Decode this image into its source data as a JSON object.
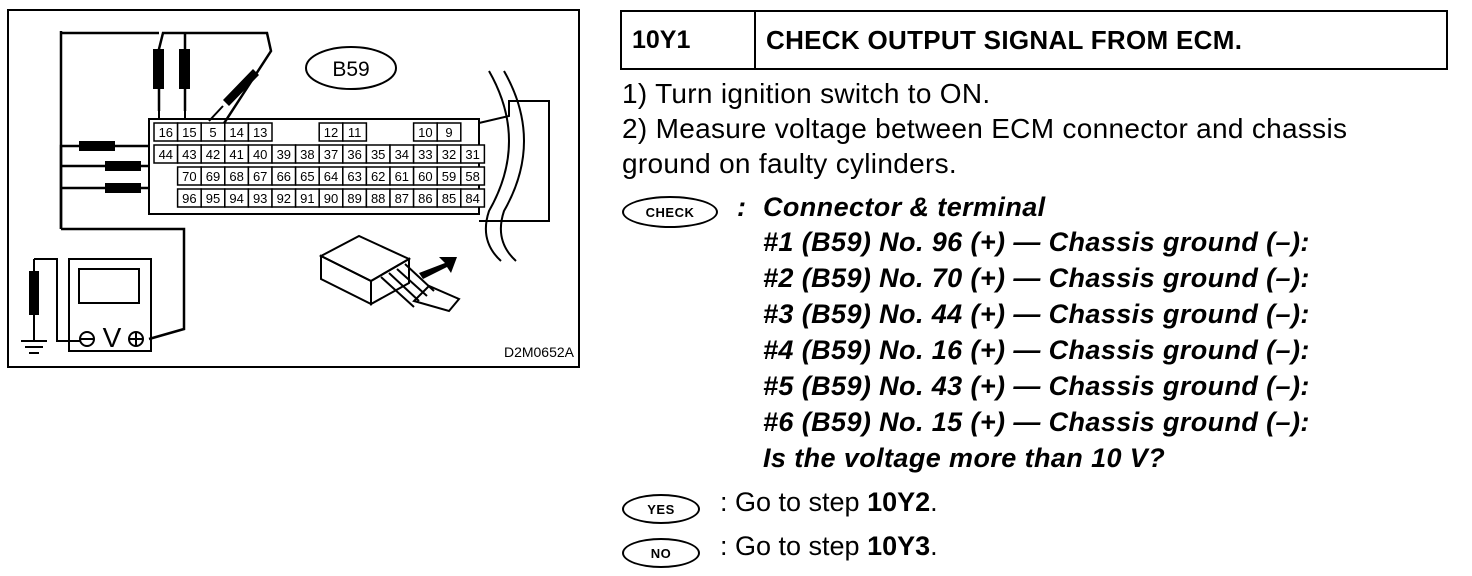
{
  "diagram": {
    "connector_label": "B59",
    "figure_code": "D2M0652A",
    "meter_symbol": "V",
    "rows": [
      [
        "16",
        "15",
        "5",
        "14",
        "13",
        "",
        "",
        "12",
        "11",
        "",
        "",
        "10",
        "9",
        ""
      ],
      [
        "44",
        "43",
        "42",
        "41",
        "40",
        "39",
        "38",
        "37",
        "36",
        "35",
        "34",
        "33",
        "32",
        "31"
      ],
      [
        "",
        "70",
        "69",
        "68",
        "67",
        "66",
        "65",
        "64",
        "63",
        "62",
        "61",
        "60",
        "59",
        "58"
      ],
      [
        "",
        "96",
        "95",
        "94",
        "93",
        "92",
        "91",
        "90",
        "89",
        "88",
        "87",
        "86",
        "85",
        "84"
      ]
    ]
  },
  "step": {
    "code": "10Y1",
    "title": "CHECK OUTPUT SIGNAL FROM ECM."
  },
  "instructions": {
    "line1": "1)  Turn ignition switch to ON.",
    "line2": "2)  Measure voltage between ECM connector and chassis",
    "line3": "ground on faulty cylinders."
  },
  "check": {
    "badge": "CHECK",
    "colon": ":",
    "heading": "Connector & terminal",
    "items": [
      "#1 (B59) No. 96 (+) — Chassis ground (–):",
      "#2 (B59) No. 70 (+) — Chassis ground (–):",
      "#3 (B59) No. 44 (+) — Chassis ground (–):",
      "#4 (B59) No. 16 (+) — Chassis ground (–):",
      "#5 (B59) No. 43 (+) — Chassis ground (–):",
      "#6 (B59) No. 15 (+) — Chassis ground (–):"
    ],
    "question": "Is the voltage more than 10 V?"
  },
  "results": {
    "yes_badge": "YES",
    "yes_text": ":  Go to step ",
    "yes_target": "10Y2",
    "yes_end": ".",
    "no_badge": "NO",
    "no_text": ":  Go to step ",
    "no_target": "10Y3",
    "no_end": "."
  }
}
